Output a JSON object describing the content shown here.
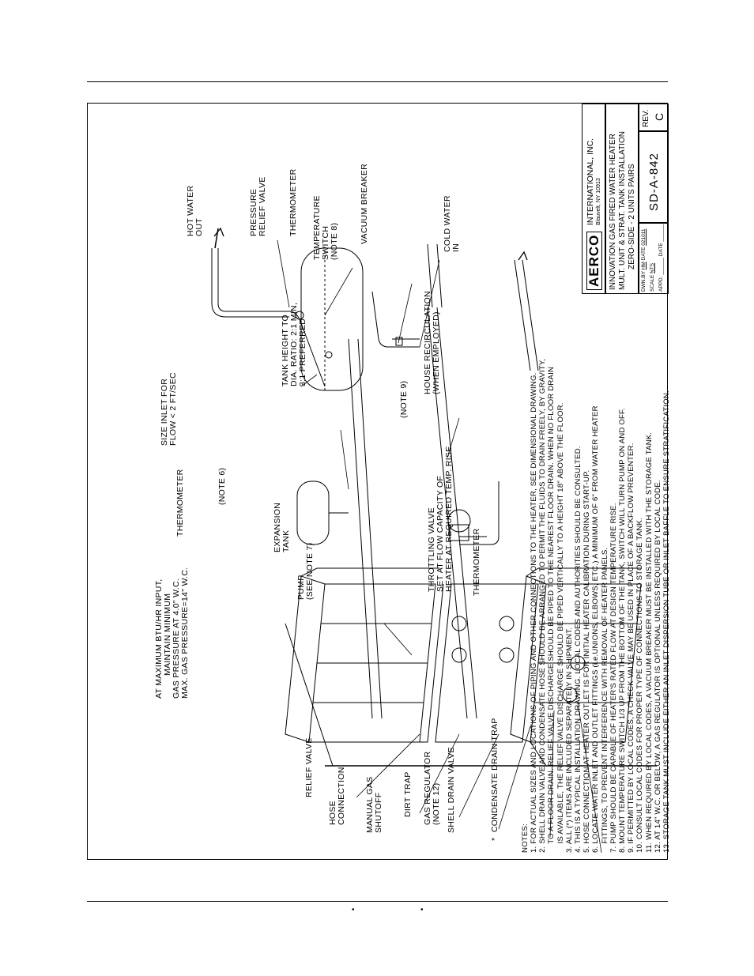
{
  "callouts": {
    "hot_water_out": "HOT WATER\nOUT",
    "pressure_relief_valve": "PRESSURE\nRELIEF VALVE",
    "thermometer_top": "THERMOMETER",
    "temperature_switch": "TEMPERATURE\nSWITCH\n(NOTE 8)",
    "vacuum_breaker": "VACUUM BREAKER",
    "cold_water_in": "COLD WATER\nIN",
    "house_recirc": "HOUSE RECIRCULATION\n(WHEN EMPLOYED)",
    "note9": "(NOTE 9)",
    "tank_height": "TANK HEIGHT TO\nDIA. RATIO: 2:1 MIN,\n3:1 PREFERRED",
    "size_inlet": "SIZE INLET FOR\nFLOW < 2 FT/SEC",
    "expansion_tank": "EXPANSION\nTANK",
    "thermometer_mid": "THERMOMETER",
    "pump": "PUMP\n(SEE NOTE 7)",
    "note6": "(NOTE 6)",
    "throttling_valve": "THROTTLING VALVE\nSET AT FLOW CAPACITY OF\nHEATER AT REQUIRED TEMP. RISE",
    "thermometer_low": "THERMOMETER",
    "gas_input": "AT MAXIMUM BTU/HR INPUT,\n         MAINTAIN MINIMUM\nGAS PRESSURE AT 4.0\" W.C.\nMAX. GAS PRESSURE=14\" W.C.",
    "relief_valve": "RELIEF VALVE",
    "hose_connection": "HOSE\nCONNECTION",
    "manual_gas": "MANUAL GAS\nSHUTOFF",
    "dirt_trap": "DIRT TRAP",
    "gas_regulator": "GAS REGULATOR\n(NOTE 12)",
    "shell_drain": "SHELL DRAIN VALVE",
    "condensate": "*  CONDENSATE DRAIN TRAP"
  },
  "notes": {
    "heading": "NOTES:",
    "lines": [
      "1. FOR ACTUAL SIZES AND LOCATIONS OF PIPING AND OTHER CONNECTIONS TO THE HEATER, SEE DIMENSIONAL DRAWING.",
      "2. SHELL DRAIN VALVE AND CONDENSATE HOSE SHOULD BE ARRANGED TO PERMIT THE FLUIDS TO DRAIN FREELY, BY GRAVITY,",
      "    TO A FLOOR DRAIN. RELIEF VALVE DISCHARGE SHOULD BE PIPED TO THE NEAREST FLOOR DRAIN. WHEN NO FLOOR DRAIN",
      "    IS AVAILABLE, THE RELIEF VALVE DISCHARGE SHOULD BE PIPED VERTICALLY TO A HEIGHT 18\" ABOVE THE FLOOR.",
      "3. ALL (*) ITEMS ARE INCLUDED SEPARATELY IN SHIPMENT.",
      "4. THIS IS A TYPICAL INSTALLATION DRAWING. LOCAL CODES AND AUTHORITIES SHOULD BE CONSULTED.",
      "5. HOSE CONNECTION AT HEATER OUTLET IS FOR INITIAL HEATER CALIBRATION DURING START-UP.",
      "6. LOCATE WATER INLET AND OUTLET FITTINGS (i.e.UNIONS, ELBOWS, ETC.) A MINIMUM OF 6\" FROM WATER HEATER",
      "    FITTINGS, TO PREVENT INTERFERENCE WITH REMOVAL OF HEATER PANELS.",
      "7. PUMP SHOULD BE CAPABLE OF HEATER'S RATED FLOW AT DESIGN TEMPERATURE RISE.",
      "8. MOUNT TEMPERATURE SWITCH 1/3 UP FROM THE BOTTOM OF THE TANK, SWITCH WILL TURN PUMP ON AND OFF.",
      "9. IF PERMITTED BY LOCAL CODES, A CHECK VALVE MAY BE USED IN PLACE OF A BACKFLOW PREVENTER.",
      "10. CONSULT LOCAL CODES FOR PROPER TYPE OF CONNECTIONS TO STORAGE TANK.",
      "11. WHEN REQUIRED BY LOCAL CODES, A VACUUM BREAKER MUST BE INSTALLED WITH THE STORAGE TANK.",
      "12. AT 14\" W.C. OR BELOW, A GAS REGULATOR IS OPTIONAL UNLESS REQUIRED BY LOCAL CODE.",
      "13. STORAGE TANK MUST INCLUDE EITHER AN INLET DISPERSION TUBE OR INLET BAFFLE TO ENSURE STRATIFICATION."
    ]
  },
  "title_block": {
    "logo": "AERCO",
    "company": "INTERNATIONAL, INC.",
    "address": "Blauvelt, NY 10913",
    "title_lines": [
      "INNOVATION GAS FIRED WATER HEATER",
      "MULT. UNIT & STRAT. TANK INSTALLATION",
      "ZERO-SIDE - 2 UNITS PAIRS"
    ],
    "dwn_by_label": "DWN.BY",
    "dwn_by": "HM",
    "date_label": "DATE",
    "date": "021011",
    "scale_label": "SCALE",
    "scale": "NTS",
    "appd_label": "APPD.",
    "date2_label": "DATE",
    "drawing_no": "SD-A-842",
    "rev_label": "REV.",
    "rev": "C"
  },
  "footer": {
    "bullet1": "•",
    "bullet2": "•"
  }
}
